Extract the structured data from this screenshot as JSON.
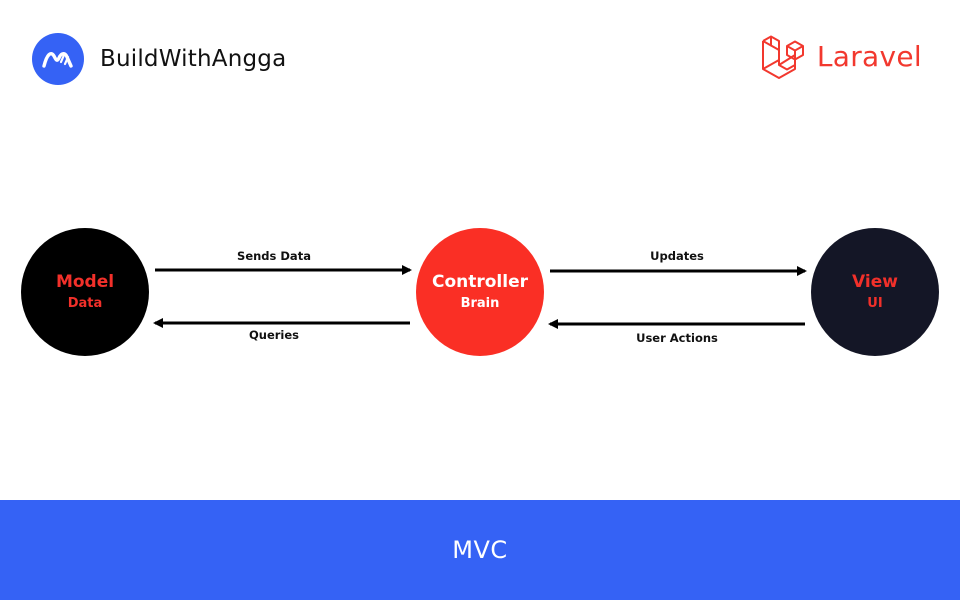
{
  "header": {
    "brand_name": "BuildWithAngga",
    "brand_logo_icon": "buildwithangga-logo-icon",
    "framework_name": "Laravel",
    "framework_logo_icon": "laravel-logo-icon"
  },
  "diagram": {
    "nodes": [
      {
        "id": "model",
        "title": "Model",
        "subtitle": "Data"
      },
      {
        "id": "controller",
        "title": "Controller",
        "subtitle": "Brain"
      },
      {
        "id": "view",
        "title": "View",
        "subtitle": "UI"
      }
    ],
    "edges": [
      {
        "from": "model",
        "to": "controller",
        "label": "Sends Data"
      },
      {
        "from": "controller",
        "to": "model",
        "label": "Queries"
      },
      {
        "from": "controller",
        "to": "view",
        "label": "Updates"
      },
      {
        "from": "view",
        "to": "controller",
        "label": "User Actions"
      }
    ]
  },
  "footer": {
    "title": "MVC"
  },
  "colors": {
    "brand_blue": "#3562f5",
    "laravel_red": "#f2382e",
    "model_fill": "#000000",
    "model_text": "#f2302a",
    "controller_fill": "#fa2f25",
    "controller_text": "#ffffff",
    "view_fill": "#141626",
    "view_text": "#f2302a",
    "arrow": "#000000"
  }
}
